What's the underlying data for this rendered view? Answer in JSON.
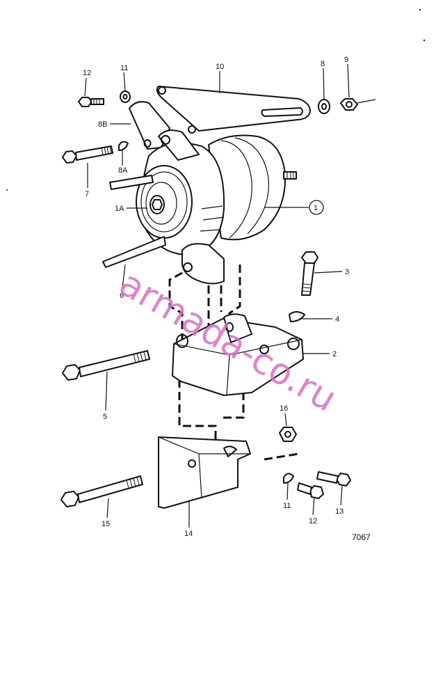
{
  "callouts": {
    "c12_top": "12",
    "c11_top": "11",
    "c10": "10",
    "c8": "8",
    "c9": "9",
    "c8B": "8B",
    "c8A": "8A",
    "c7": "7",
    "c1A": "1A",
    "c1": "1",
    "c6": "6",
    "c3": "3",
    "c4": "4",
    "c2": "2",
    "c5": "5",
    "c16": "16",
    "c11_bottom": "11",
    "c12_bottom": "12",
    "c13": "13",
    "c15": "15",
    "c14": "14"
  },
  "figure_number": "7067",
  "watermark": "armada-co.ru",
  "colors": {
    "line": "#111111",
    "watermark": "#d86fc2",
    "background": "#ffffff"
  }
}
